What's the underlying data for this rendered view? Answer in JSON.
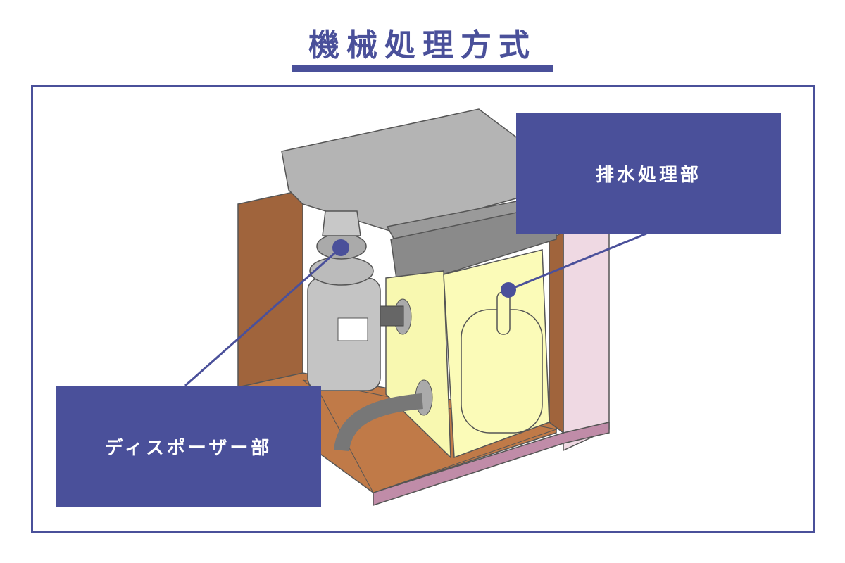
{
  "title": "機械処理方式",
  "labels": {
    "drain_treatment": "排水処理部",
    "disposer": "ディスポーザー部"
  },
  "colors": {
    "accent": "#4a509a",
    "cabinet": "#a0643c",
    "tank": "#f8f8b0",
    "sink": "#b4b4b4",
    "wall": "#efd9e3"
  }
}
